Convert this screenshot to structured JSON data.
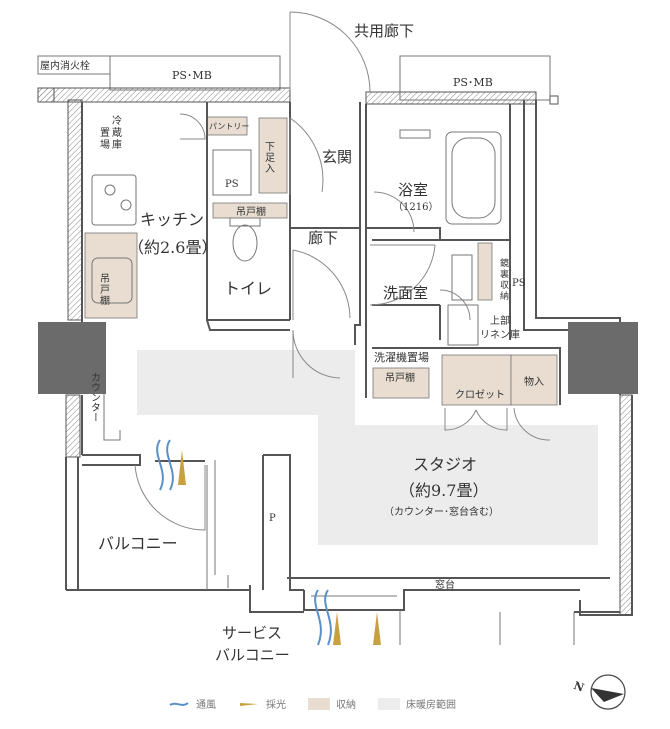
{
  "labels": {
    "corridor": "共用廊下",
    "fire_hydrant": "屋内消火栓",
    "psmb_left": "PS･MB",
    "psmb_right": "PS･MB",
    "fridge_1": "冷",
    "fridge_2": "蔵",
    "fridge_3": "庫",
    "fridge_4": "置",
    "fridge_5": "場",
    "pantry": "パントリー",
    "shoe_1": "下",
    "shoe_2": "足",
    "shoe_3": "入",
    "entrance": "玄関",
    "ps_toilet": "PS",
    "upper_cabinet_kitchen": "吊戸棚",
    "kitchen": "キッチン",
    "kitchen_size": "（約2.6畳）",
    "hanging_shelf_1": "吊",
    "hanging_shelf_2": "戸",
    "hanging_shelf_3": "棚",
    "toilet": "トイレ",
    "hallway": "廊下",
    "bath": "浴室",
    "bath_size": "（1216）",
    "washroom": "洗面室",
    "mirror_1": "鏡",
    "mirror_2": "裏",
    "mirror_3": "収",
    "mirror_4": "納",
    "ps_wash": "PS",
    "linen_1": "上部",
    "linen_2": "リネン庫",
    "washer": "洗濯機置場",
    "upper_cabinet_wash": "吊戸棚",
    "closet": "クロゼット",
    "storage": "物入",
    "counter": "カウンター",
    "studio": "スタジオ",
    "studio_size": "（約9.7畳）",
    "studio_note": "（カウンター･窓台含む）",
    "balcony": "バルコニー",
    "pipe": "P",
    "window_bench": "窓台",
    "service_balcony_1": "サービス",
    "service_balcony_2": "バルコニー",
    "north": "N"
  },
  "legend": [
    {
      "label": "通風",
      "kind": "wind",
      "color": "#5b8fc7"
    },
    {
      "label": "採光",
      "kind": "light",
      "color": "#c9a040"
    },
    {
      "label": "収納",
      "kind": "storage",
      "color": "#e8ddd0"
    },
    {
      "label": "床暖房範囲",
      "kind": "floorheat",
      "color": "#ececec"
    }
  ],
  "colors": {
    "wall": "#555555",
    "storage_fill": "#e8ddd0",
    "floor_heating": "#ececec",
    "pillar": "#6b6b6b",
    "wind": "#5b8fc7",
    "light": "#c9a040"
  }
}
